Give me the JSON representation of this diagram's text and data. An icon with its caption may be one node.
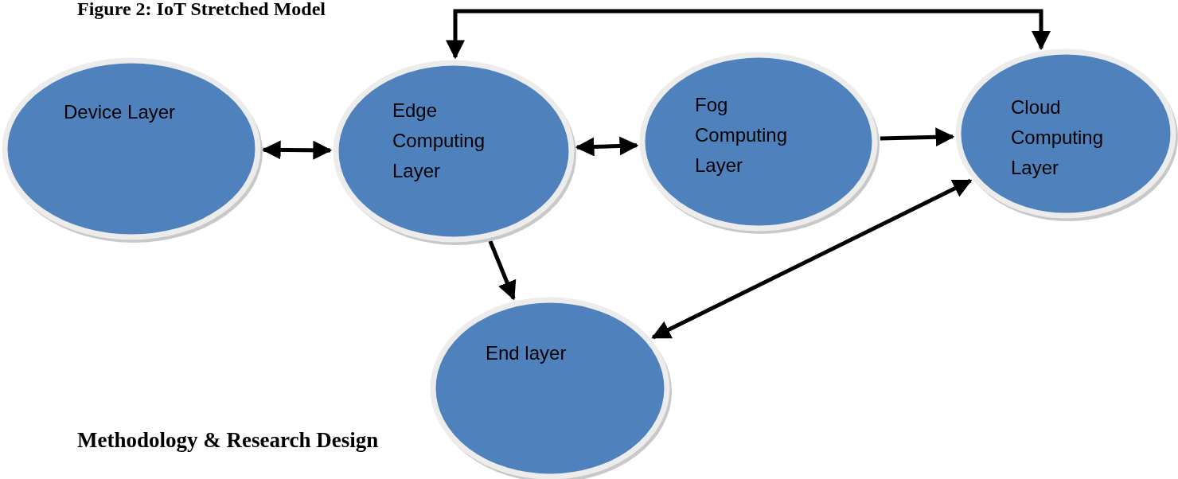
{
  "diagram": {
    "title": "Figure 2: IoT Stretched Model",
    "nodes": [
      {
        "text": [
          "Device Layer"
        ]
      },
      {
        "text": [
          "Edge Computing Layer"
        ]
      },
      {
        "text": [
          "Fog Computing Layer"
        ]
      },
      {
        "text": [
          "Cloud Computing Layer"
        ]
      },
      {
        "text": [
          "End layer"
        ]
      }
    ],
    "edges": [
      {
        "from": 0,
        "to": 1,
        "arrow": "both"
      },
      {
        "from": 1,
        "to": 2,
        "arrow": "both"
      },
      {
        "from": 2,
        "to": 3,
        "arrow": "to"
      },
      {
        "from": 1,
        "to": 3,
        "arrow": "both"
      },
      {
        "from": 1,
        "to": 4,
        "arrow": "to"
      },
      {
        "from": 4,
        "to": 3,
        "arrow": "both"
      }
    ],
    "labels": [
      "Methodology & Research Design"
    ]
  }
}
